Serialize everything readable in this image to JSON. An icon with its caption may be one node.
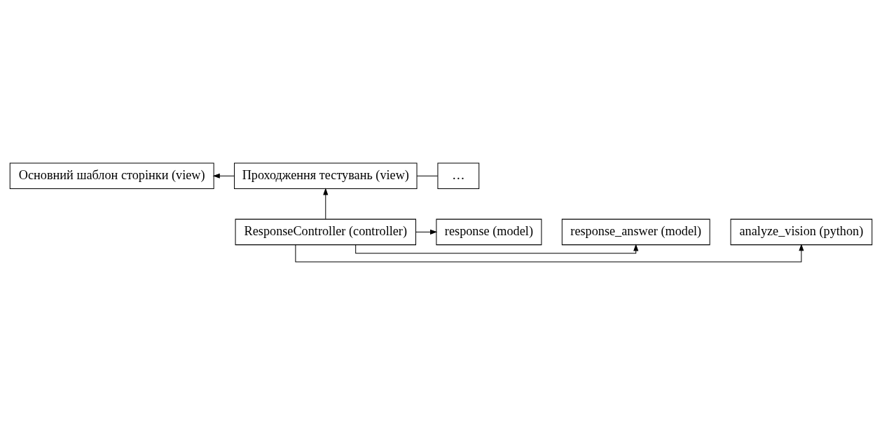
{
  "diagram": {
    "nodes": [
      {
        "text": [
          "Основний шаблон сторінки (view)"
        ]
      },
      {
        "text": [
          "Проходження тестувань (view)"
        ]
      },
      {
        "text": [
          "…"
        ]
      },
      {
        "text": [
          "response (model)"
        ]
      },
      {
        "text": [
          "ResponseController (controller)"
        ]
      },
      {
        "text": [
          "response_answer (model)"
        ]
      },
      {
        "text": [
          "analyze_vision (python)"
        ]
      }
    ],
    "edges": [
      {
        "from": 1,
        "to": 0,
        "arrow": "to"
      },
      {
        "from": 1,
        "to": 2,
        "arrow": "none"
      },
      {
        "from": 4,
        "to": 1,
        "arrow": "to"
      },
      {
        "from": 4,
        "to": 3,
        "arrow": "to"
      },
      {
        "from": 4,
        "to": 5,
        "arrow": "to"
      },
      {
        "from": 4,
        "to": 6,
        "arrow": "to"
      }
    ]
  }
}
